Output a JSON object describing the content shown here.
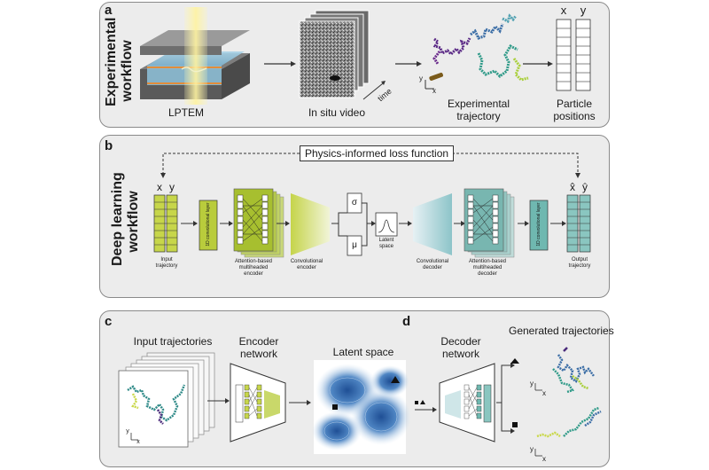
{
  "panel_a": {
    "letter": "a",
    "side_title_line1": "Experimental",
    "side_title_line2": "workflow",
    "lptem_label": "LPTEM",
    "video_label": "In situ video",
    "time_label": "time",
    "trajectory_label_line1": "Experimental",
    "trajectory_label_line2": "trajectory",
    "positions_label_line1": "Particle",
    "positions_label_line2": "positions",
    "x_header": "x",
    "y_header": "y"
  },
  "panel_b": {
    "letter": "b",
    "side_title_line1": "Deep learning",
    "side_title_line2": "workflow",
    "loss_label": "Physics-informed loss function",
    "x_header": "x",
    "y_header": "y",
    "xhat_header": "x̂",
    "yhat_header": "ŷ",
    "input_traj_line1": "Input",
    "input_traj_line2": "trajectory",
    "conv1d_label": "1D convolutional layer",
    "attn_enc_line1": "Attention-based",
    "attn_enc_line2": "multiheaded",
    "attn_enc_line3": "encoder",
    "conv_enc_line1": "Convolutional",
    "conv_enc_line2": "encoder",
    "sigma": "σ",
    "mu": "μ",
    "latent_line1": "Latent",
    "latent_line2": "space",
    "conv_dec_line1": "Convolutional",
    "conv_dec_line2": "decoder",
    "attn_dec_line1": "Attention-based",
    "attn_dec_line2": "multiheaded",
    "attn_dec_line3": "decoder",
    "conv1d_dec_label": "1D convolutional layer",
    "output_traj_line1": "Output",
    "output_traj_line2": "trajectory"
  },
  "panel_c": {
    "letter": "c",
    "input_traj_label": "Input trajectories",
    "encoder_line1": "Encoder",
    "encoder_line2": "network",
    "latent_label": "Latent space"
  },
  "panel_d": {
    "letter": "d",
    "decoder_line1": "Decoder",
    "decoder_line2": "network",
    "generated_label": "Generated trajectories"
  },
  "axes": {
    "x": "x",
    "y": "y"
  },
  "colors": {
    "panel_bg": "#ececec",
    "encoder_green": "#b9cc3c",
    "decoder_teal": "#6fb8b0",
    "latent_blue": "#5b8ec9"
  }
}
